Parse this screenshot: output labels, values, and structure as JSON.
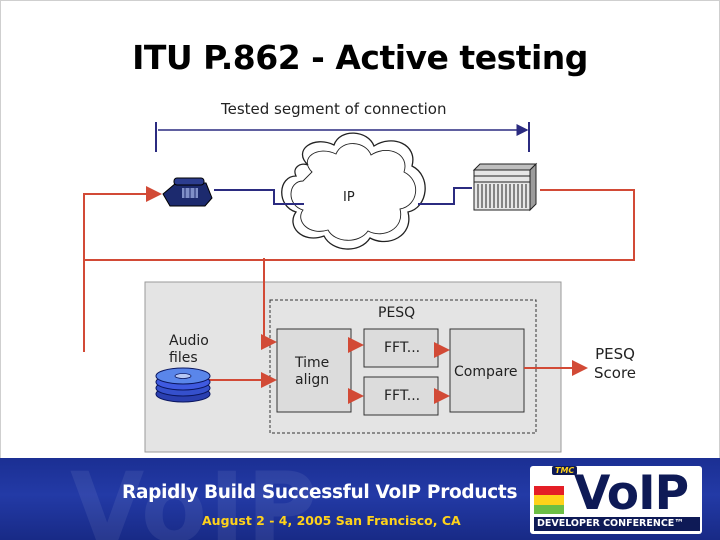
{
  "title": "ITU P.862 - Active testing",
  "diagram": {
    "segment_label": "Tested segment of connection",
    "cloud_label": "IP",
    "pesq_label": "PESQ",
    "audio_files_label": "Audio\nfiles",
    "time_align_label": "Time\nalign",
    "fft_top_label": "FFT...",
    "fft_bottom_label": "FFT...",
    "compare_label": "Compare",
    "score_label": "PESQ\nScore"
  },
  "banner": {
    "headline": "Rapidly Build Successful VoIP Products",
    "subline": "August 2 - 4, 2005 San Francisco, CA",
    "logo_tag": "TMC",
    "logo_word": "VoIP",
    "logo_sub": "DEVELOPER CONFERENCE™"
  },
  "colors": {
    "signal_line": "#d24a36",
    "connection_line": "#2b2b80",
    "pesq_panel": "#e4e4e4",
    "stage_box": "#dcdcdc",
    "banner": "#1f349f",
    "banner_text": "#ffd21a"
  },
  "icons": [
    "telephone-icon",
    "gateway-server-icon",
    "ip-cloud-icon",
    "audio-disk-stack-icon"
  ]
}
